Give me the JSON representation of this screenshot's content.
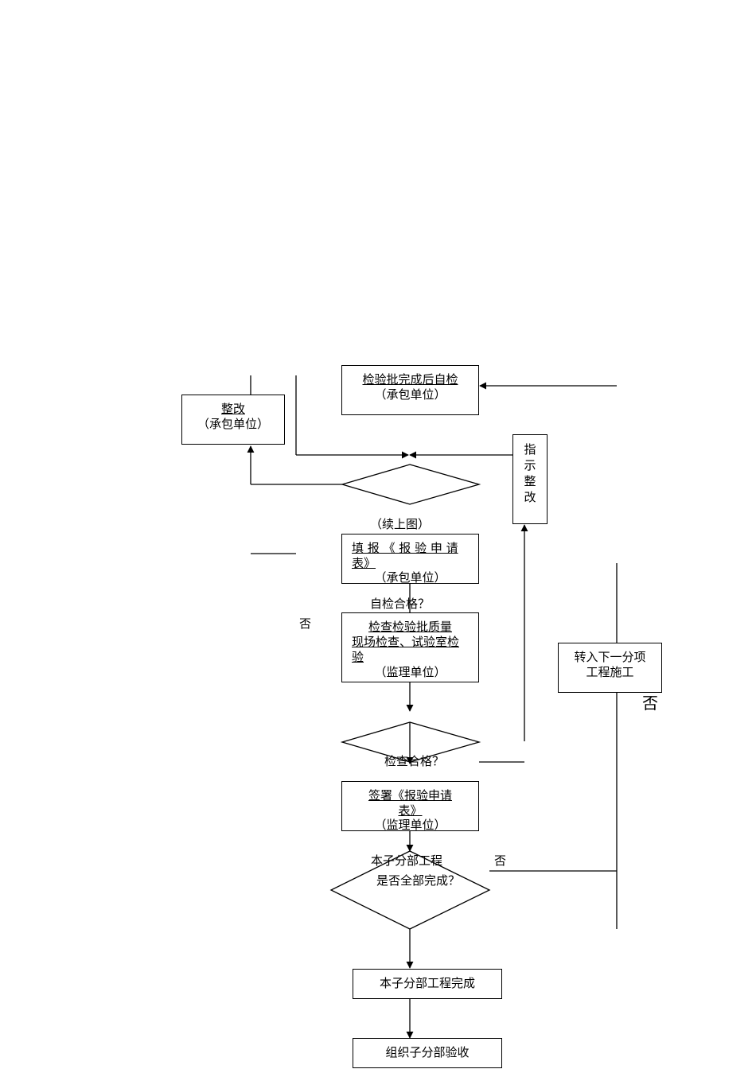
{
  "self_check": {
    "title": "检验批完成后自检",
    "unit": "（承包单位）"
  },
  "rectify": {
    "title": "整改",
    "unit": "（承包单位）"
  },
  "instruct": {
    "chars": [
      "指",
      "示",
      "整",
      "改"
    ]
  },
  "continued": "（续上图）",
  "fill_form": {
    "title_line1": "填 报 《 报 验 申 请",
    "title_line2": "表》",
    "unit": "（承包单位）"
  },
  "q_self_pass": "自检合格？",
  "no_labels": {
    "left": "否",
    "right_large": "否",
    "bottom": "否"
  },
  "check_quality": {
    "line1": "检查检验批质量",
    "line2": "现场检查、试验室检",
    "line3": "验",
    "unit": "（监理单位）"
  },
  "next_item": {
    "line1": "转入下一分项",
    "line2": "工程施工"
  },
  "q_check_pass": "检查合格？",
  "sign_form": {
    "line1": "签署《报验申请",
    "line2": "表》",
    "unit": "（监理单位）"
  },
  "q_all_done": {
    "line1": "本子分部工程",
    "line2": "是否全部完成？"
  },
  "sub_done": "本子分部工程完成",
  "organize": "组织子分部验收"
}
